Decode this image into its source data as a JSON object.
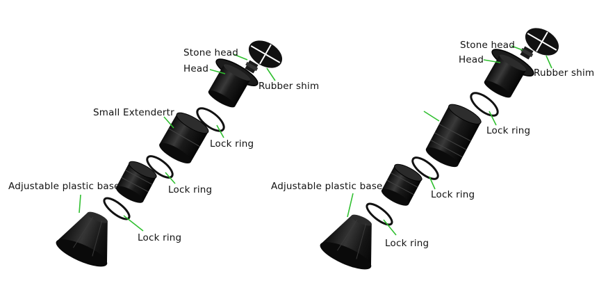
{
  "assemblies": [
    {
      "id": "left",
      "labels": {
        "stone_head": "Stone head",
        "head": "Head",
        "rubber_shim": "Rubber shim",
        "small_extender": "Small Extendertr",
        "lock_ring_1": "Lock ring",
        "lock_ring_2": "Lock ring",
        "lock_ring_3": "Lock ring",
        "adjustable_base": "Adjustable plastic base"
      }
    },
    {
      "id": "right",
      "labels": {
        "stone_head": "Stone head",
        "head": "Head",
        "rubber_shim": "Rubber shim",
        "lock_ring_1": "Lock ring",
        "lock_ring_2": "Lock ring",
        "lock_ring_3": "Lock ring",
        "adjustable_base": "Adjustable plastic base"
      }
    }
  ],
  "colors": {
    "leader_line": "#2fbf2f",
    "part_dark": "#111111",
    "part_mid": "#2a2a2a",
    "part_highlight": "#5a5a5a",
    "text": "#111111"
  }
}
